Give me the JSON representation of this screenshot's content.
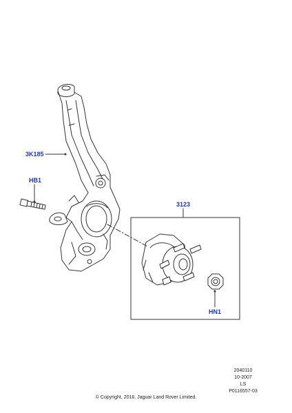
{
  "callouts": {
    "knuckle": "3K185",
    "bolt": "HB1",
    "hub_assembly": "3123",
    "nut": "HN1"
  },
  "footer": {
    "line1": "2040110",
    "line2": "10-2007",
    "line3": "LS",
    "line4": "P0116557-03",
    "copyright": "© Copyright, 2016. Jaguar Land Rover Limited."
  },
  "colors": {
    "callout": "#1a35c8",
    "line": "#333333"
  }
}
